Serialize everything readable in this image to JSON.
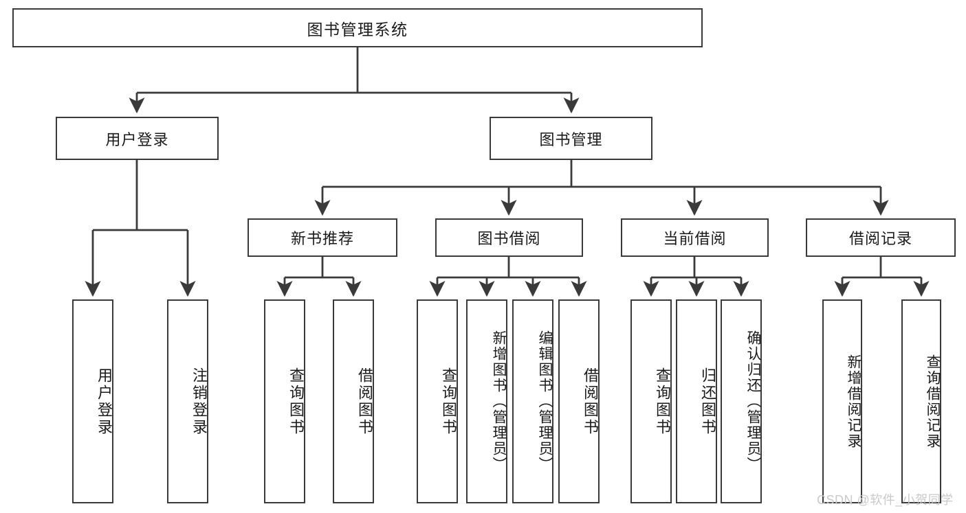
{
  "diagram": {
    "type": "tree",
    "title": "图书管理系统",
    "orientation": "top-down",
    "watermark": "CSDN @软件_小贺同学",
    "colors": {
      "background": "#ffffff",
      "node_border": "#3a3a3a",
      "node_fill": "#ffffff",
      "edge": "#3a3a3a",
      "text": "#1a1a1a",
      "watermark": "#c9c9c9"
    },
    "root": {
      "id": "root",
      "label": "图书管理系统"
    },
    "level2": [
      {
        "id": "user-login",
        "label": "用户登录"
      },
      {
        "id": "book-manage",
        "label": "图书管理"
      }
    ],
    "level3": [
      {
        "id": "new-book-rec",
        "label": "新书推荐",
        "parent": "book-manage"
      },
      {
        "id": "book-borrow",
        "label": "图书借阅",
        "parent": "book-manage"
      },
      {
        "id": "current-borrow",
        "label": "当前借阅",
        "parent": "book-manage"
      },
      {
        "id": "borrow-record",
        "label": "借阅记录",
        "parent": "book-manage"
      }
    ],
    "leaves": {
      "user-login": [
        {
          "id": "leaf-user-login",
          "label": "用户登录"
        },
        {
          "id": "leaf-logout",
          "label": "注销登录"
        }
      ],
      "new-book-rec": [
        {
          "id": "leaf-query-book-1",
          "label": "查询图书"
        },
        {
          "id": "leaf-borrow-book-1",
          "label": "借阅图书"
        }
      ],
      "book-borrow": [
        {
          "id": "leaf-query-book-2",
          "label": "查询图书"
        },
        {
          "id": "leaf-add-book",
          "label": "新增图书（管理员）"
        },
        {
          "id": "leaf-edit-book",
          "label": "编辑图书（管理员）"
        },
        {
          "id": "leaf-borrow-book-2",
          "label": "借阅图书"
        }
      ],
      "current-borrow": [
        {
          "id": "leaf-query-book-3",
          "label": "查询图书"
        },
        {
          "id": "leaf-return-book",
          "label": "归还图书"
        },
        {
          "id": "leaf-confirm-return",
          "label": "确认归还（管理员）"
        }
      ],
      "borrow-record": [
        {
          "id": "leaf-add-record",
          "label": "新增借阅记录"
        },
        {
          "id": "leaf-query-record",
          "label": "查询借阅记录"
        }
      ]
    }
  }
}
